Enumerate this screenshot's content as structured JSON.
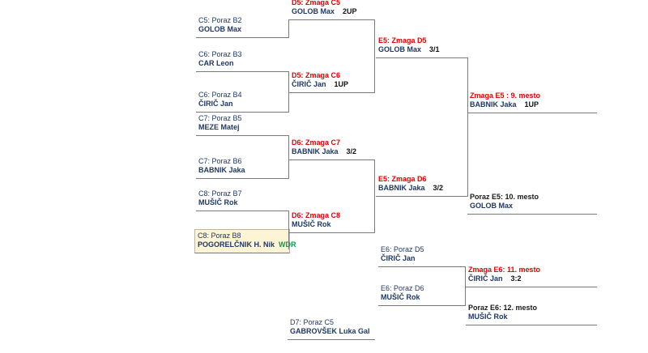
{
  "colors": {
    "winner_red": "#e60000",
    "player_navy": "#1f3864",
    "result_black": "#1a1a1a",
    "withdraw_green": "#00a050",
    "highlight_yellow_bg": "#fdf3d5",
    "line_gray": "#7a7a7a"
  },
  "bracket": {
    "entries": {
      "l1": {
        "header": "C5: Poraz B2",
        "name": "GOLOB Max",
        "score": ""
      },
      "l2": {
        "header": "C6: Poraz B3",
        "name": "CAR Leon",
        "score": ""
      },
      "l3": {
        "header": "C6: Poraz B4",
        "name": "ČIRIČ Jan",
        "score": ""
      },
      "l4": {
        "header": "C7: Poraz B5",
        "name": "MEZE Matej",
        "score": ""
      },
      "l5": {
        "header": "C7: Poraz B6",
        "name": "BABNIK Jaka",
        "score": ""
      },
      "l6": {
        "header": "C8: Poraz B7",
        "name": "MUŠIČ Rok",
        "score": ""
      },
      "l7": {
        "header": "C8: Poraz B8",
        "name": "POGORELČNIK H. Nik",
        "score": "",
        "tag": "WDR"
      },
      "m1": {
        "header": "D5: Zmaga C5",
        "name": "GOLOB Max",
        "score": "2UP"
      },
      "m2": {
        "header": "D5: Zmaga C6",
        "name": "ČIRIČ Jan",
        "score": "1UP"
      },
      "m3": {
        "header": "D6: Zmaga C7",
        "name": "BABNIK Jaka",
        "score": "3/2"
      },
      "m4": {
        "header": "D6: Zmaga C8",
        "name": "MUŠIČ Rok",
        "score": ""
      },
      "n1": {
        "header": "E5: Zmaga D5",
        "name": "GOLOB Max",
        "score": "3/1"
      },
      "n2": {
        "header": "E5: Zmaga D6",
        "name": "BABNIK Jaka",
        "score": "3/2"
      },
      "q1": {
        "header": "Zmaga E5 : 9. mesto",
        "name": "BABNIK Jaka",
        "score": "1UP"
      },
      "q2": {
        "header": "Poraz E5: 10. mesto",
        "name": "GOLOB Max",
        "score": ""
      },
      "p1": {
        "header": "E6: Poraz D5",
        "name": "ČIRIČ Jan",
        "score": ""
      },
      "p2": {
        "header": "E6: Poraz D6",
        "name": "MUŠIČ Rok",
        "score": ""
      },
      "q3": {
        "header": "Zmaga E6: 11. mesto",
        "name": "ČIRIČ Jan",
        "score": "3:2"
      },
      "q4": {
        "header": "Poraz E6: 12. mesto",
        "name": "MUŠIČ Rok",
        "score": ""
      },
      "d7": {
        "header": "D7: Poraz C5",
        "name": "GABROVŠEK Luka Gal",
        "score": ""
      }
    }
  }
}
